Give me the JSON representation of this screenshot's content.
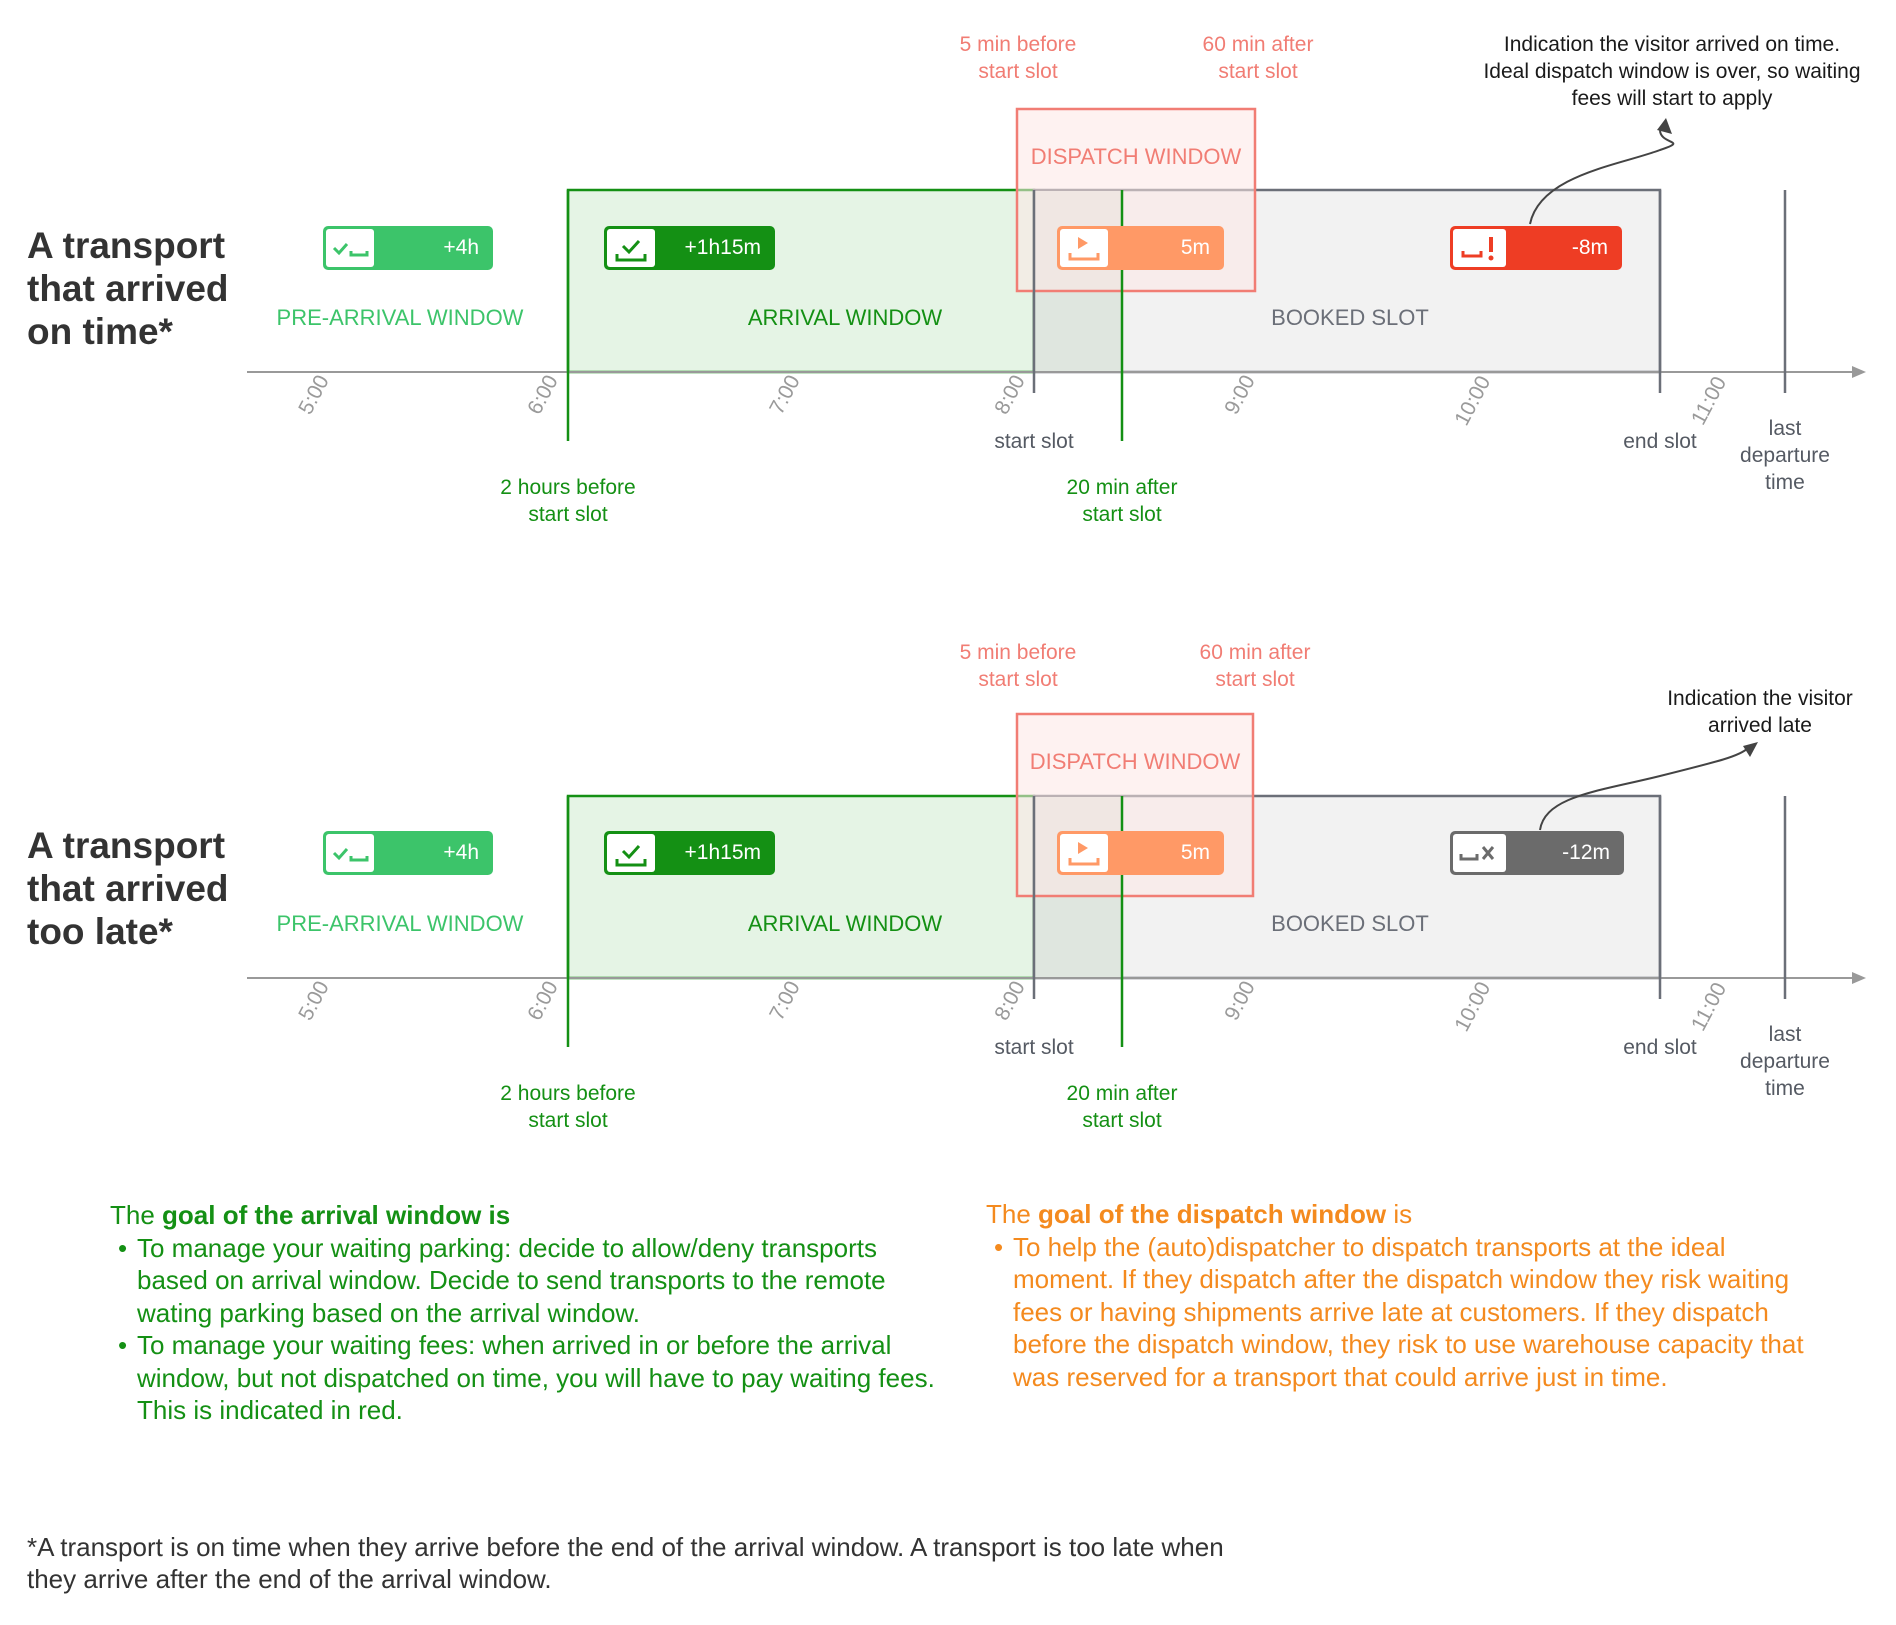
{
  "colors": {
    "green": "#149014",
    "green_light": "#3cc46a",
    "green_fill": "#e5f4e5",
    "gray": "#6b6f78",
    "gray_fill": "#f2f2f2",
    "salmon": "#f17d74",
    "orange": "#ff9966",
    "red": "#ee3d24",
    "text_orange": "#f48a1e"
  },
  "sections": [
    {
      "heading": [
        "A transport",
        "that arrived",
        "on time*"
      ],
      "times": [
        "5:00",
        "6:00",
        "7:00",
        "8:00",
        "9:00",
        "10:00",
        "11:00"
      ],
      "windows": {
        "pre_arrival": "PRE-ARRIVAL WINDOW",
        "arrival": "ARRIVAL WINDOW",
        "dispatch": "DISPATCH WINDOW",
        "booked": "BOOKED SLOT"
      },
      "badges": [
        {
          "text": "+4h",
          "icon": "checkmark-underscore-icon"
        },
        {
          "text": "+1h15m",
          "icon": "inbox-check-icon"
        },
        {
          "text": "5m",
          "icon": "dispatch-play-icon"
        },
        {
          "text": "-8m",
          "icon": "waiting-fee-alert-icon"
        }
      ],
      "labels": {
        "start_slot": "start slot",
        "end_slot": "end slot",
        "last_departure": [
          "last",
          "departure",
          "time"
        ],
        "two_hours_before": [
          "2 hours before",
          "start slot"
        ],
        "twenty_min_after": [
          "20 min after",
          "start slot"
        ],
        "five_min_before": [
          "5 min before",
          "start slot"
        ],
        "sixty_min_after": [
          "60 min after",
          "start slot"
        ]
      },
      "annotation": [
        "Indication the visitor arrived on time.",
        "Ideal dispatch window is over, so waiting",
        "fees will start to apply"
      ]
    },
    {
      "heading": [
        "A transport",
        "that arrived",
        "too late*"
      ],
      "times": [
        "5:00",
        "6:00",
        "7:00",
        "8:00",
        "9:00",
        "10:00",
        "11:00"
      ],
      "windows": {
        "pre_arrival": "PRE-ARRIVAL WINDOW",
        "arrival": "ARRIVAL WINDOW",
        "dispatch": "DISPATCH WINDOW",
        "booked": "BOOKED SLOT"
      },
      "badges": [
        {
          "text": "+4h",
          "icon": "checkmark-underscore-icon"
        },
        {
          "text": "+1h15m",
          "icon": "inbox-check-icon"
        },
        {
          "text": "5m",
          "icon": "dispatch-play-icon"
        },
        {
          "text": "-12m",
          "icon": "late-cross-icon"
        }
      ],
      "labels": {
        "start_slot": "start slot",
        "end_slot": "end slot",
        "last_departure": [
          "last",
          "departure",
          "time"
        ],
        "two_hours_before": [
          "2 hours before",
          "start slot"
        ],
        "twenty_min_after": [
          "20 min after",
          "start slot"
        ],
        "five_min_before": [
          "5 min before",
          "start slot"
        ],
        "sixty_min_after": [
          "60 min after",
          "start slot"
        ]
      },
      "annotation": [
        "Indication the visitor",
        "arrived late"
      ]
    }
  ],
  "arrival_goal": {
    "intro": "The ",
    "bold": "goal of the arrival window is",
    "bullets": [
      "To manage your waiting parking: decide to allow/deny transports based on arrival window. Decide to send transports to the remote wating parking based on the arrival window.",
      "To manage your waiting fees: when arrived in or before the arrival window, but not dispatched on time, you will have to pay waiting fees. This is indicated in red."
    ]
  },
  "dispatch_goal": {
    "intro": "The ",
    "bold": "goal of the dispatch window",
    "suffix": " is",
    "bullets": [
      "To help the (auto)dispatcher to dispatch transports at the ideal moment. If they dispatch after the dispatch window they risk waiting fees or having shipments arrive late at customers. If they dispatch before the dispatch window, they risk to use warehouse capacity that was reserved for a transport that could arrive just in time."
    ]
  },
  "footnote": "*A transport is on time when they arrive before the end of the arrival window. A transport is too late when they arrive after the end of the arrival window."
}
